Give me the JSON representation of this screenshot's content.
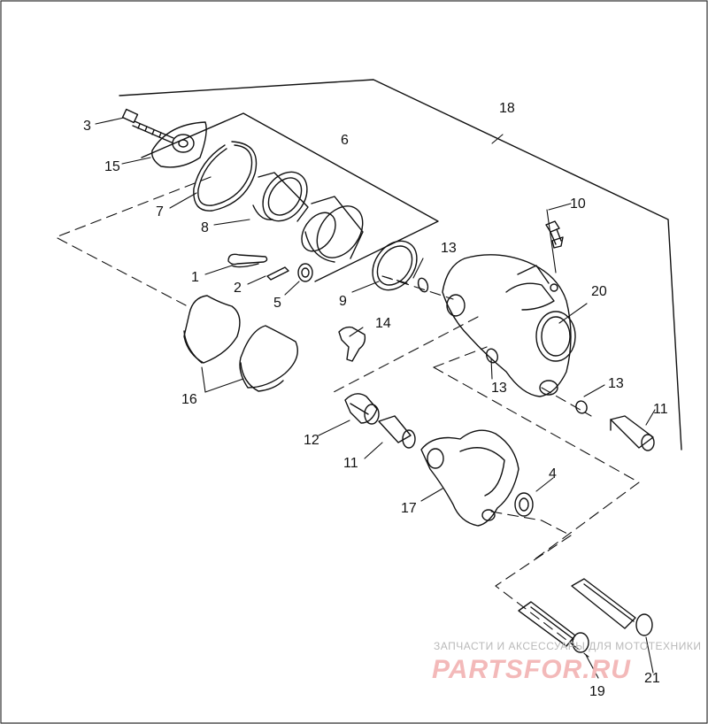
{
  "callouts": {
    "c1": "1",
    "c2": "2",
    "c3": "3",
    "c4": "4",
    "c5": "5",
    "c6": "6",
    "c7": "7",
    "c8": "8",
    "c9": "9",
    "c10": "10",
    "c11a": "11",
    "c11b": "11",
    "c12": "12",
    "c13a": "13",
    "c13b": "13",
    "c13c": "13",
    "c14": "14",
    "c15": "15",
    "c16": "16",
    "c17": "17",
    "c18": "18",
    "c19": "19",
    "c20": "20",
    "c21": "21"
  },
  "watermark": {
    "caption": "ЗАПЧАСТИ И АКСЕССУАРЫ ДЛЯ МОТОТЕХНИКИ",
    "brand": "PARTSFOR.RU"
  },
  "colors": {
    "ink": "#111111",
    "watermark_brand": "#f3b9b9",
    "watermark_caption": "#b9b9b9"
  }
}
